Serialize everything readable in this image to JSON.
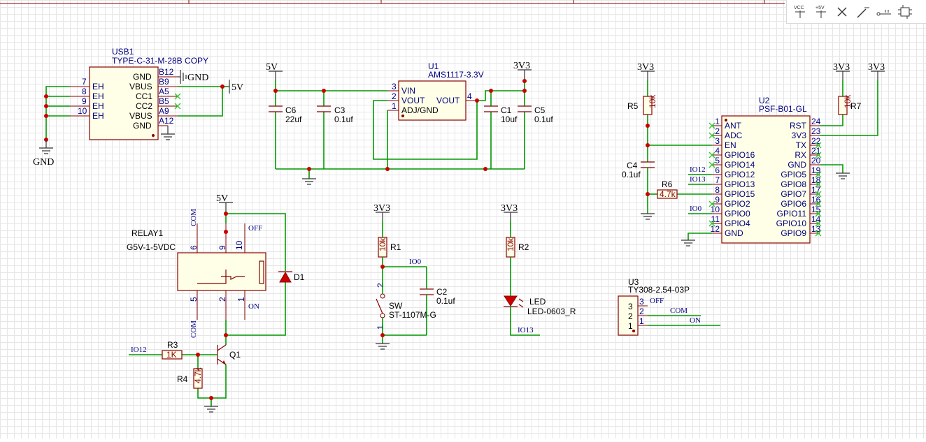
{
  "toolbar": {
    "vcc_label": "VCC",
    "plus5v_label": "+5V",
    "tools": [
      "vcc-power-port-icon",
      "plus5v-power-port-icon",
      "no-connect-flag-icon",
      "pencil-wire-icon",
      "net-label-icon",
      "pin-array-icon"
    ]
  },
  "power": {
    "v5": "5V",
    "v3v3": "3V3",
    "gnd": "GND"
  },
  "usb": {
    "designator": "USB1",
    "part": "TYPE-C-31-M-28B COPY",
    "pins_right": [
      {
        "name": "GND",
        "num": "B12"
      },
      {
        "name": "VBUS",
        "num": "B9"
      },
      {
        "name": "CC1",
        "num": "A5"
      },
      {
        "name": "CC2",
        "num": "B5"
      },
      {
        "name": "VBUS",
        "num": "A9"
      },
      {
        "name": "GND",
        "num": "A12"
      }
    ],
    "pins_left": [
      {
        "name": "EH",
        "num": "7"
      },
      {
        "name": "EH",
        "num": "8"
      },
      {
        "name": "EH",
        "num": "9"
      },
      {
        "name": "EH",
        "num": "10"
      }
    ]
  },
  "regulator": {
    "designator": "U1",
    "part": "AMS1117-3.3V",
    "pins": [
      {
        "name": "VIN",
        "num": "3"
      },
      {
        "name": "VOUT",
        "num": "2"
      },
      {
        "name": "ADJ/GND",
        "num": "1"
      },
      {
        "name": "VOUT",
        "num": "4"
      }
    ]
  },
  "caps": {
    "c6": {
      "ref": "C6",
      "val": "22uf"
    },
    "c3": {
      "ref": "C3",
      "val": "0.1uf"
    },
    "c1": {
      "ref": "C1",
      "val": "10uf"
    },
    "c5": {
      "ref": "C5",
      "val": "0.1uf"
    },
    "c4": {
      "ref": "C4",
      "val": "0.1uf"
    },
    "c2": {
      "ref": "C2",
      "val": "0.1uf"
    }
  },
  "resistors": {
    "r5": {
      "ref": "R5",
      "val": "10k"
    },
    "r7": {
      "ref": "R7",
      "val": "10k"
    },
    "r6": {
      "ref": "R6",
      "val": "4.7k"
    },
    "r1": {
      "ref": "R1",
      "val": "10k"
    },
    "r2": {
      "ref": "R2",
      "val": "10k"
    },
    "r3": {
      "ref": "R3",
      "val": "1K"
    },
    "r4": {
      "ref": "R4",
      "val": "4.7k"
    }
  },
  "module": {
    "designator": "U2",
    "part": "PSF-B01-GL",
    "left_pins": [
      {
        "num": "1",
        "name": "ANT"
      },
      {
        "num": "2",
        "name": "ADC"
      },
      {
        "num": "3",
        "name": "EN"
      },
      {
        "num": "4",
        "name": "GPIO16"
      },
      {
        "num": "5",
        "name": "GPIO14"
      },
      {
        "num": "6",
        "name": "GPIO12"
      },
      {
        "num": "7",
        "name": "GPIO13"
      },
      {
        "num": "8",
        "name": "GPIO15"
      },
      {
        "num": "9",
        "name": "GPIO2"
      },
      {
        "num": "10",
        "name": "GPIO0"
      },
      {
        "num": "11",
        "name": "GPIO4"
      },
      {
        "num": "12",
        "name": "GND"
      }
    ],
    "right_pins": [
      {
        "num": "24",
        "name": "RST"
      },
      {
        "num": "23",
        "name": "3V3"
      },
      {
        "num": "22",
        "name": "TX"
      },
      {
        "num": "21",
        "name": "RX"
      },
      {
        "num": "20",
        "name": "GND"
      },
      {
        "num": "19",
        "name": "GPIO5"
      },
      {
        "num": "18",
        "name": "GPIO8"
      },
      {
        "num": "17",
        "name": "GPIO7"
      },
      {
        "num": "16",
        "name": "GPIO6"
      },
      {
        "num": "15",
        "name": "GPIO11"
      },
      {
        "num": "14",
        "name": "GPIO10"
      },
      {
        "num": "13",
        "name": "GPIO9"
      }
    ]
  },
  "relay": {
    "designator": "RELAY1",
    "part": "G5V-1-5VDC",
    "pin_top": [
      "6",
      "9",
      "10"
    ],
    "pin_bottom": [
      "5",
      "2",
      "1"
    ],
    "com_top": "COM",
    "com_bottom": "COM",
    "off": "OFF",
    "on": "ON"
  },
  "diode": {
    "ref": "D1"
  },
  "transistor": {
    "ref": "Q1"
  },
  "switch": {
    "ref": "SW",
    "part": "ST-1107M-G",
    "pin_top": "2",
    "pin_bottom": "1"
  },
  "led": {
    "ref": "LED",
    "part": "LED-0603_R"
  },
  "connector": {
    "designator": "U3",
    "part": "TY308-2.54-03P",
    "pins": [
      {
        "num": "3",
        "net": "OFF"
      },
      {
        "num": "2",
        "net": "COM"
      },
      {
        "num": "1",
        "net": "ON"
      }
    ]
  },
  "nets": {
    "io0": "IO0",
    "io12": "IO12",
    "io13": "IO13"
  },
  "colors": {
    "wire": "#009900",
    "symbol": "#880000",
    "pin_name": "#000080",
    "no_connect": "#33cc33",
    "junction": "#cc0000",
    "net_text": "#000080"
  }
}
